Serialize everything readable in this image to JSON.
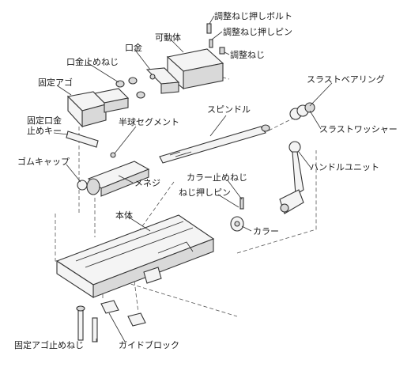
{
  "labels": {
    "adjust_bolt": "調整ねじ押しボルト",
    "adjust_pin": "調整ねじ押しピン",
    "adjust_screw": "調整ねじ",
    "movable_body": "可動体",
    "square_metal": "口金",
    "square_screw": "口金止めねじ",
    "fixed_jaw": "固定アゴ",
    "fixed_key": "固定口金\n止めキー",
    "half_segment": "半球セグメント",
    "spindle": "スピンドル",
    "thrust_bearing": "スラストベアリング",
    "thrust_washer": "スラストワッシャー",
    "handle_unit": "ハンドルユニット",
    "rubber_cap": "ゴムキャップ",
    "nut": "メネジ",
    "collar_screw": "カラー止めねじ",
    "push_pin": "ねじ押しピン",
    "collar": "カラー",
    "body": "本体",
    "jaw_screw": "固定アゴ止めねじ",
    "guide_block": "ガイドブロック"
  }
}
